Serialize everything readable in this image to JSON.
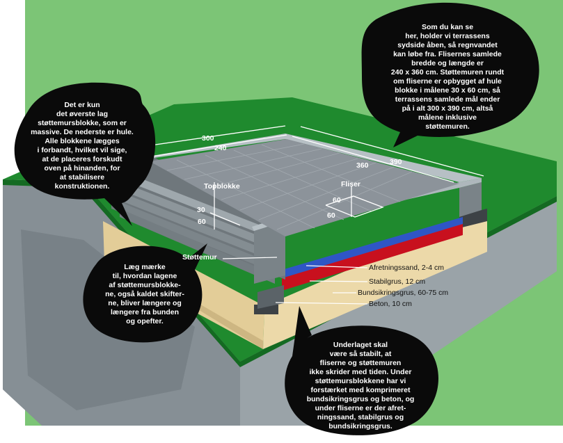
{
  "colors": {
    "background_green": "#7cc576",
    "ground_green": "#1f8a2e",
    "soil_grey": "#8e979c",
    "gravel_tan": "#e9d5a3",
    "stabilgrus_red": "#c8101e",
    "afretningssand_blue": "#2f56c6",
    "tiles_grey": "#8c939a",
    "bubble_black": "#0a0a0a"
  },
  "bubbles": {
    "top_right": [
      "Som du kan se",
      "her, holder vi terrassens",
      "sydside åben, så regnvandet",
      "kan løbe fra. Flisernes samlede",
      "bredde og længde er",
      "240 x 360 cm. Støttemuren rundt",
      "om fliserne er opbygget af hule",
      "blokke i målene 30 x 60 cm, så",
      "terrassens samlede mål ender",
      "på i alt 300 x 390 cm, altså",
      "målene inklusive",
      "støttemuren."
    ],
    "top_left": [
      "Det er kun",
      "det øverste lag",
      "støttemursblokke, som er",
      "massive. De nederste er hule.",
      "Alle blokkene lægges",
      "i forbandt, hvilket vil sige,",
      "at de placeres forskudt",
      "oven på hinanden, for",
      "at stabilisere",
      "konstruktionen."
    ],
    "middle_left": [
      "Læg mærke",
      "til, hvordan lagene",
      "af støttemursblokke-",
      "ne, også kaldet skifter-",
      "ne, bliver længere og",
      "længere fra bunden",
      "og opefter."
    ],
    "bottom_right": [
      "Underlaget skal",
      "være så stabilt, at",
      "fliserne og støttemuren",
      "ikke skrider med tiden. Under",
      "støttemursblokkene har vi",
      "forstærket med komprimeret",
      "bundsikringsgrus og beton, og",
      "under fliserne er der afret-",
      "ningssand, stabilgrus og",
      "bundsikringsgrus."
    ]
  },
  "dimensions": {
    "outer_width": "300",
    "inner_width": "240",
    "inner_length": "360",
    "outer_length": "390"
  },
  "topblokke": {
    "label": "Topblokke",
    "dim_a": "30",
    "dim_b": "60"
  },
  "fliser": {
    "label": "Fliser",
    "dim_a": "60",
    "dim_b": "60"
  },
  "layers": {
    "stottemur": "Støttemur",
    "afretningssand": "Afretningssand, 2-4 cm",
    "stabilgrus": "Stabilgrus, 12 cm",
    "bundsikringsgrus": "Bundsikringsgrus, 60-75 cm",
    "beton": "Beton, 10 cm"
  }
}
